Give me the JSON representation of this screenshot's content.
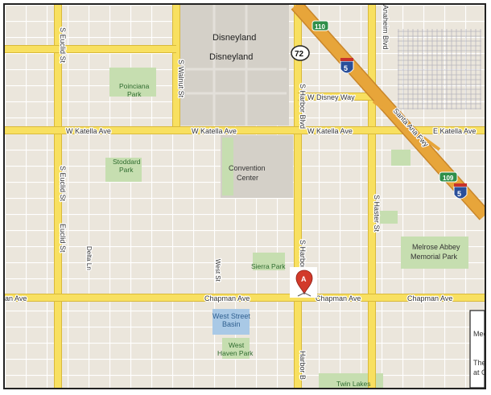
{
  "map": {
    "marker_label": "A",
    "colors": {
      "land": "#ebe6dc",
      "arterial": "#f8e060",
      "arterial_edge": "#d9b93a",
      "freeway": "#e7a53a",
      "park": "#c6deb0",
      "water": "#a9c9e6",
      "campus": "#d4d0c8",
      "marker": "#d23a2a"
    },
    "streets": {
      "katella_w": "W Katella Ave",
      "katella_w2": "W Katella Ave",
      "katella_w3": "W Katella Ave",
      "katella_e": "E Katella Ave",
      "chapman_1": "an Ave",
      "chapman_2": "Chapman Ave",
      "chapman_3": "Chapman Ave",
      "chapman_4": "Chapman Ave",
      "disney_way": "W Disney Way",
      "euclid_1": "S Euclid St",
      "euclid_2": "S Euclid St",
      "euclid_3": "Euclid St",
      "walnut": "S Walnut St",
      "harbor_1": "S Harbor Blvd",
      "harbor_2": "S Harbor B",
      "harbor_3": "Harbor B",
      "haster": "S Haster St",
      "anaheim_blvd": "Anaheim Blvd",
      "west_st": "West St",
      "delta_ln": "Delta Ln",
      "santa_ana_fwy": "Santa Ana Fwy"
    },
    "places": {
      "disneyland_1": "Disneyland",
      "disneyland_2": "Disneyland",
      "poinciana_1": "Poinciana",
      "poinciana_2": "Park",
      "stoddard_1": "Stoddard",
      "stoddard_2": "Park",
      "convention_1": "Convention",
      "convention_2": "Center",
      "sierra_park": "Sierra Park",
      "melrose_1": "Melrose Abbey",
      "melrose_2": "Memorial Park",
      "west_street_1": "West Street",
      "west_street_2": "Basin",
      "west_haven_1": "West",
      "west_haven_2": "Haven Park",
      "twin_lakes": "Twin Lakes",
      "cut_1": "Mec",
      "cut_2": "The",
      "cut_3": "at O"
    },
    "shields": {
      "ca_72": "72",
      "ca_110": "110",
      "i5_top": "5",
      "ca_109": "109",
      "i5_right": "5"
    }
  }
}
